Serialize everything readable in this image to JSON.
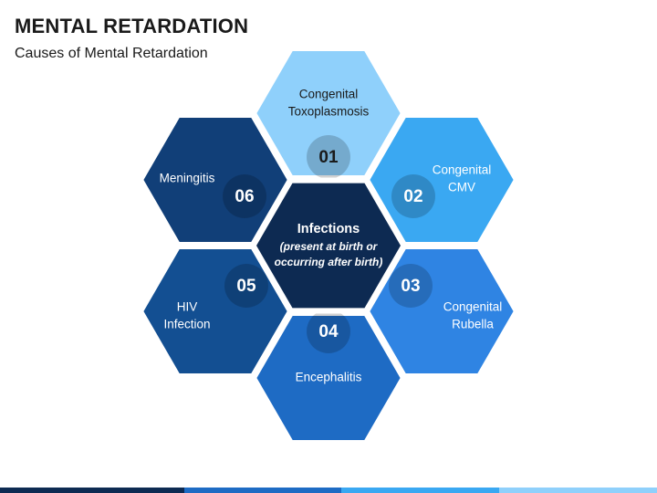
{
  "header": {
    "title": "MENTAL RETARDATION",
    "subtitle": "Causes of Mental Retardation"
  },
  "center": {
    "title": "Infections",
    "subtitle_line1": "(present at birth or",
    "subtitle_line2": "occurring after birth)",
    "color": "#0d2a52"
  },
  "segments": [
    {
      "number": "01",
      "line1": "Congenital",
      "line2": "Toxoplasmosis",
      "color": "#8fd0fb",
      "text_color": "#1a1a1a"
    },
    {
      "number": "02",
      "line1": "Congenital",
      "line2": "CMV",
      "color": "#3aa8f2",
      "text_color": "#ffffff"
    },
    {
      "number": "03",
      "line1": "Congenital",
      "line2": "Rubella",
      "color": "#2f84e3",
      "text_color": "#ffffff"
    },
    {
      "number": "04",
      "line1": "Encephalitis",
      "line2": "",
      "color": "#1e6bc4",
      "text_color": "#ffffff"
    },
    {
      "number": "05",
      "line1": "HIV",
      "line2": "Infection",
      "color": "#134f92",
      "text_color": "#ffffff"
    },
    {
      "number": "06",
      "line1": "Meningitis",
      "line2": "",
      "color": "#113f78",
      "text_color": "#ffffff"
    }
  ],
  "footer_colors": [
    "#0d2a52",
    "#1e6bc4",
    "#3aa8f2",
    "#8fd0fb"
  ]
}
